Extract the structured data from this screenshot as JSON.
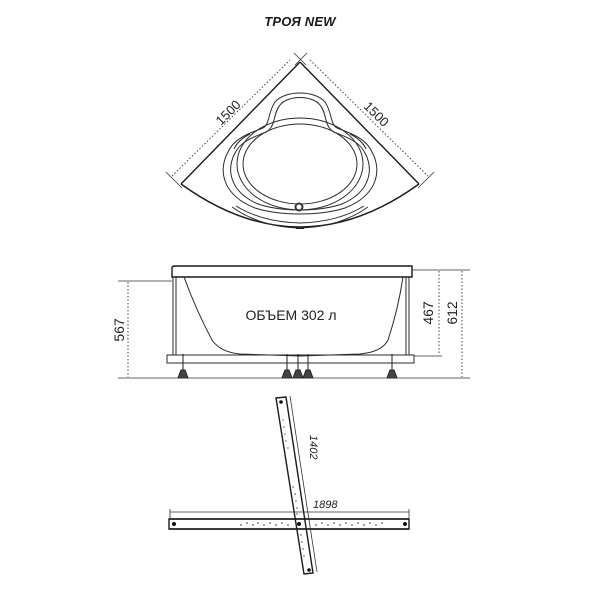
{
  "title": "ТРОЯ NEW",
  "top_view": {
    "dim_left": "1500",
    "dim_right": "1500"
  },
  "side_view": {
    "volume_label": "ОБЪЕМ 302 л",
    "dim_left": "567",
    "dim_inner_right": "467",
    "dim_outer_right": "612"
  },
  "frame_view": {
    "dim_diagonal": "1402",
    "dim_horizontal": "1898"
  }
}
